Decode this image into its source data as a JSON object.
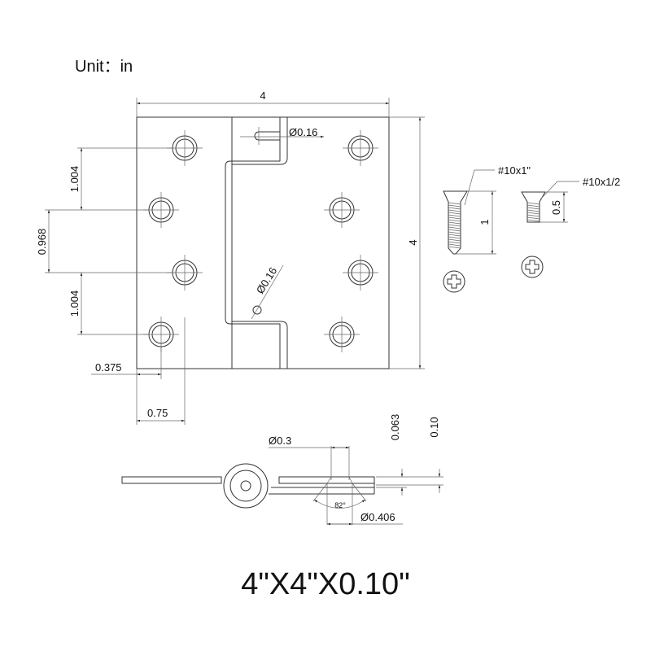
{
  "unit_label": "Unit：in",
  "title": "4\"X4\"X0.10\"",
  "dimensions": {
    "width": "4",
    "height": "4",
    "pin_hole_top": "Ø0.16",
    "pin_hole_bottom": "Ø0.16",
    "hole_spacing_1": "1.004",
    "hole_spacing_2": "0.968",
    "hole_spacing_3": "1.004",
    "edge_offset_1": "0.375",
    "edge_offset_2": "0.75",
    "countersink_inner": "Ø0.3",
    "countersink_outer": "Ø0.406",
    "countersink_angle": "82°",
    "leaf_thickness": "0.063",
    "total_thickness": "0.10"
  },
  "screws": [
    {
      "label": "#10x1\"",
      "length": "1"
    },
    {
      "label": "#10x1/2",
      "length": "0.5"
    }
  ]
}
